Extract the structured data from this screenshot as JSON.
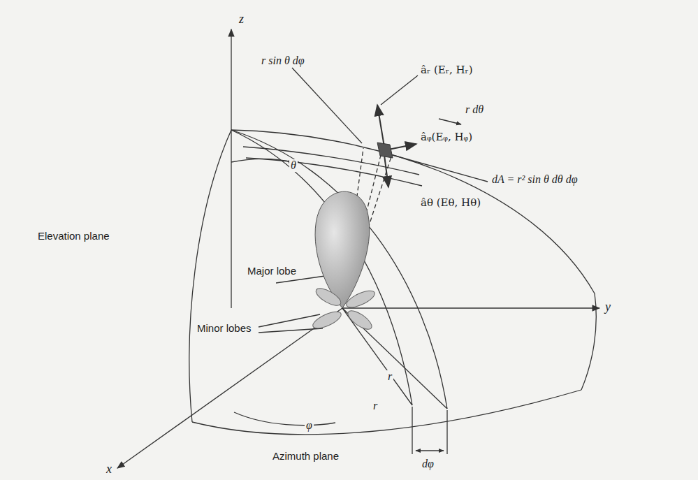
{
  "diagram": {
    "labels": [
      "z",
      "r sin θ dφ",
      "âᵣ (Eᵣ, Hᵣ)",
      "r dθ",
      "âᵩ(Eᵩ, Hᵩ)",
      "θ",
      "dA = r² sin θ dθ dφ",
      "âθ (Eθ, Hθ)",
      "Elevation plane",
      "Major lobe",
      "Minor lobes",
      "y",
      "r",
      "r",
      "φ",
      "Azimuth plane",
      "dφ",
      "x"
    ]
  }
}
